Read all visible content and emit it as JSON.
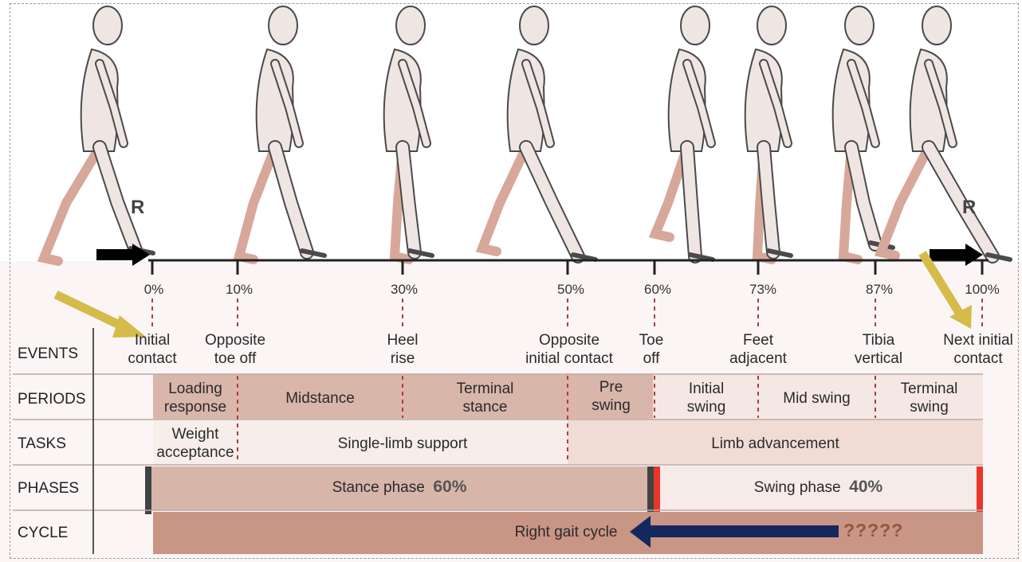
{
  "figure_markers": [
    "R",
    "R"
  ],
  "percentages": [
    "0%",
    "10%",
    "30%",
    "50%",
    "60%",
    "73%",
    "87%",
    "100%"
  ],
  "row_labels": {
    "events": "EVENTS",
    "periods": "PERIODS",
    "tasks": "TASKS",
    "phases": "PHASES",
    "cycle": "CYCLE"
  },
  "events": [
    "Initial\ncontact",
    "Opposite\ntoe off",
    "Heel\nrise",
    "Opposite\ninitial contact",
    "Toe\noff",
    "Feet\nadjacent",
    "Tibia\nvertical",
    "Next initial\ncontact"
  ],
  "periods": [
    "Loading\nresponse",
    "Midstance",
    "Terminal\nstance",
    "Pre\nswing",
    "Initial\nswing",
    "Mid swing",
    "Terminal\nswing"
  ],
  "tasks": [
    "Weight\nacceptance",
    "Single-limb support",
    "Limb advancement"
  ],
  "phases": {
    "stance_label": "Stance phase",
    "stance_pct": "60%",
    "swing_label": "Swing phase",
    "swing_pct": "40%"
  },
  "cycle": {
    "label": "Right gait cycle",
    "question": "?????"
  },
  "colors": {
    "stance_dark": "#d7b0a3",
    "stance_light": "#f5ecea",
    "swing_light": "#f3e2dc",
    "cycle_fill": "#c89585",
    "phase_fill": "#d9b7ab",
    "marker_red": "#e8372a",
    "arrow_gold": "#d4bb4a",
    "arrow_navy": "#14285c"
  }
}
